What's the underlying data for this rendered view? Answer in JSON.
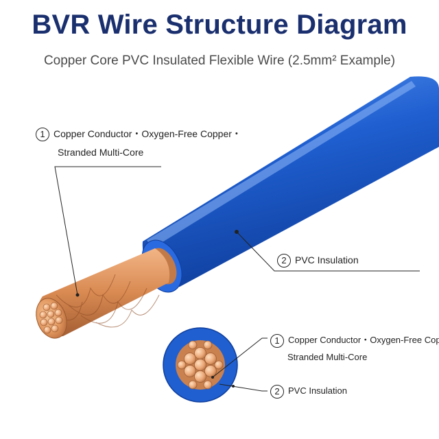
{
  "header": {
    "title": "BVR Wire Structure Diagram",
    "subtitle": "Copper Core PVC Insulated Flexible Wire (2.5mm² Example)"
  },
  "callouts": {
    "conductor": {
      "number": "1",
      "line1": "Copper Conductor・Oxygen-Free Copper・",
      "line2": "Stranded Multi-Core"
    },
    "insulation": {
      "number": "2",
      "label": "PVC Insulation"
    }
  },
  "cross_section": {
    "conductor": {
      "number": "1",
      "line1": "Copper Conductor・Oxygen-Free Copper・",
      "line2": "Stranded Multi-Core"
    },
    "insulation": {
      "number": "2",
      "label": "PVC Insulation"
    }
  },
  "colors": {
    "title": "#1a2f6e",
    "insulation_blue": "#1f5fd0",
    "insulation_dark": "#0f3e9c",
    "copper": "#e2975e",
    "copper_dark": "#b5683a"
  }
}
